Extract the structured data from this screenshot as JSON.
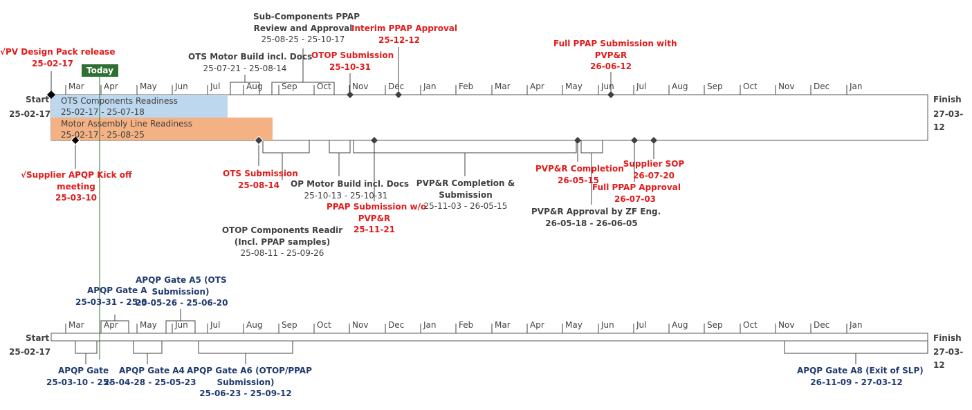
{
  "timeline": {
    "months_top": [
      "Mar",
      "Apr",
      "May",
      "Jun",
      "Jul",
      "Aug",
      "Sep",
      "Oct",
      "Nov",
      "Dec",
      "Jan",
      "Feb",
      "Mar",
      "Apr",
      "May",
      "Jun",
      "Jul",
      "Aug",
      "Sep",
      "Oct",
      "Nov",
      "Dec",
      "Jan"
    ],
    "months_bottom": [
      "Mar",
      "Apr",
      "May",
      "Jun",
      "Jul",
      "Aug",
      "Sep",
      "Oct",
      "Nov",
      "Dec",
      "Jan",
      "Feb",
      "Mar",
      "Apr",
      "May",
      "Jun",
      "Jul",
      "Aug",
      "Sep",
      "Oct",
      "Nov",
      "Dec",
      "Jan"
    ],
    "start": {
      "label": "Start",
      "date": "25-02-17"
    },
    "finish": {
      "label": "Finish",
      "date": "27-03-12"
    },
    "today_label": "Today"
  },
  "bars": [
    {
      "name": "OTS Components Readiness",
      "dates": "25-02-17 - 25-07-18",
      "color": "#bdd7ee"
    },
    {
      "name": "Motor Assembly Line Readiness",
      "dates": "25-02-17 - 25-08-25",
      "color": "#f4b183"
    }
  ],
  "labels_top": [
    {
      "lines": [
        "√PV Design Pack release",
        "25-02-17"
      ],
      "color": "red"
    },
    {
      "lines": [
        "OTS Motor Build incl. Docs",
        "25-07-21 - 25-08-14"
      ],
      "color": "gray"
    },
    {
      "lines": [
        "Sub-Components PPAP",
        "Review and Approval",
        "25-08-25 - 25-10-17"
      ],
      "color": "gray"
    },
    {
      "lines": [
        "Interim PPAP Approval",
        "25-12-12"
      ],
      "color": "red"
    },
    {
      "lines": [
        "OTOP Submission",
        "25-10-31"
      ],
      "color": "red"
    },
    {
      "lines": [
        "Full PPAP Submission with",
        "PVP&R",
        "26-06-12"
      ],
      "color": "red"
    }
  ],
  "labels_mid": [
    {
      "lines": [
        "√Supplier APQP Kick off",
        "meeting",
        "25-03-10"
      ],
      "color": "red"
    },
    {
      "lines": [
        "OTS Submission",
        "25-08-14"
      ],
      "color": "red"
    },
    {
      "lines": [
        "OTOP Components Readir",
        "(Incl. PPAP samples)",
        "25-08-11 - 25-09-26"
      ],
      "color": "gray"
    },
    {
      "lines": [
        "OP Motor Build incl. Docs",
        "25-10-13 - 25-10-31"
      ],
      "color": "gray"
    },
    {
      "lines": [
        "PPAP Submission w/o",
        "PVP&R",
        "25-11-21"
      ],
      "color": "red"
    },
    {
      "lines": [
        "PVP&R Completion &",
        "Submission",
        "25-11-03 - 26-05-15"
      ],
      "color": "gray"
    },
    {
      "lines": [
        "PVP&R Completion",
        "26-05-15"
      ],
      "color": "red"
    },
    {
      "lines": [
        "Full PPAP Approval",
        "26-07-03"
      ],
      "color": "red"
    },
    {
      "lines": [
        "Supplier SOP",
        "26-07-20"
      ],
      "color": "red"
    },
    {
      "lines": [
        "PVP&R Approval by ZF Eng.",
        "26-05-18 - 26-06-05"
      ],
      "color": "gray"
    }
  ],
  "apqp_above": [
    {
      "lines": [
        "APQP Gate A",
        "25-03-31 - 25-0"
      ]
    },
    {
      "lines": [
        "APQP Gate A5 (OTS",
        "Submission)",
        "25-05-26 - 25-06-20"
      ]
    }
  ],
  "apqp_below": [
    {
      "lines": [
        "APQP Gate",
        "25-03-10 - 25-"
      ]
    },
    {
      "lines": [
        "APQP Gate A4",
        "25-04-28 - 25-05-23"
      ]
    },
    {
      "lines": [
        "APQP Gate A6 (OTOP/PPAP",
        "Submission)",
        "25-06-23 - 25-09-12"
      ]
    },
    {
      "lines": [
        "APQP Gate A8 (Exit of SLP)",
        "26-11-09 - 27-03-12"
      ]
    }
  ]
}
